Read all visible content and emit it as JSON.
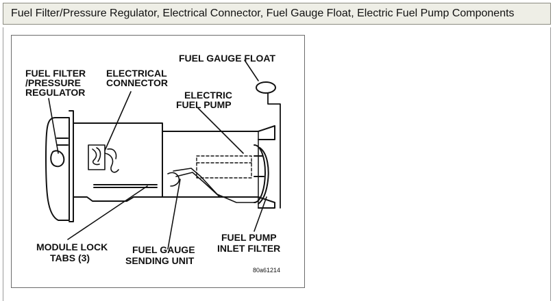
{
  "header": {
    "title": "Fuel Filter/Pressure Regulator, Electrical Connector, Fuel Gauge Float, Electric Fuel Pump Components"
  },
  "diagram": {
    "labels": {
      "fuel_filter_1": "FUEL FILTER",
      "fuel_filter_2": "/PRESSURE",
      "fuel_filter_3": "REGULATOR",
      "electrical_connector_1": "ELECTRICAL",
      "electrical_connector_2": "CONNECTOR",
      "fuel_gauge_float": "FUEL GAUGE FLOAT",
      "electric_fuel_pump_1": "ELECTRIC",
      "electric_fuel_pump_2": "FUEL PUMP",
      "module_lock_tabs_1": "MODULE LOCK",
      "module_lock_tabs_2": "TABS (3)",
      "fuel_gauge_sending_unit_1": "FUEL GAUGE",
      "fuel_gauge_sending_unit_2": "SENDING UNIT",
      "fuel_pump_inlet_filter_1": "FUEL PUMP",
      "fuel_pump_inlet_filter_2": "INLET FILTER",
      "figure_code": "80a61214"
    }
  }
}
